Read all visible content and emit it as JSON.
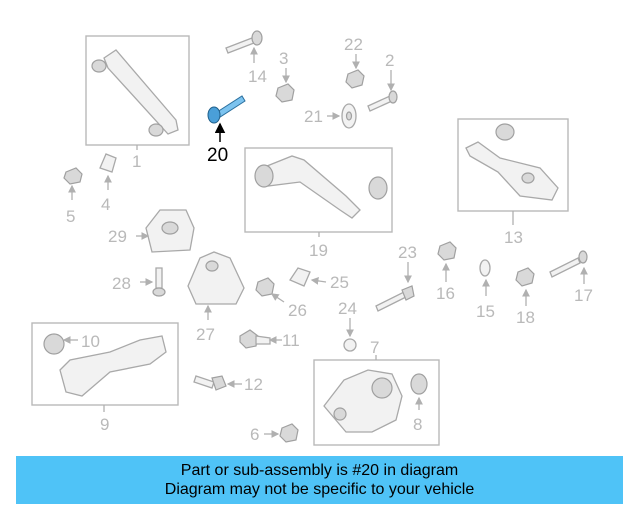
{
  "diagram": {
    "callouts": {
      "c1": "1",
      "c2": "2",
      "c3": "3",
      "c4": "4",
      "c5": "5",
      "c6": "6",
      "c7": "7",
      "c8": "8",
      "c9": "9",
      "c10": "10",
      "c11": "11",
      "c12": "12",
      "c13": "13",
      "c14": "14",
      "c15": "15",
      "c16": "16",
      "c17": "17",
      "c18": "18",
      "c19": "19",
      "c20": "20",
      "c21": "21",
      "c22": "22",
      "c23": "23",
      "c24": "24",
      "c25": "25",
      "c26": "26",
      "c27": "27",
      "c28": "28",
      "c29": "29"
    },
    "highlight_color": "#4a9fd8"
  },
  "banner": {
    "line1": "Part or sub-assembly is #20 in diagram",
    "line2": "Diagram may not be specific to your vehicle",
    "color": "#4fc3f7"
  }
}
